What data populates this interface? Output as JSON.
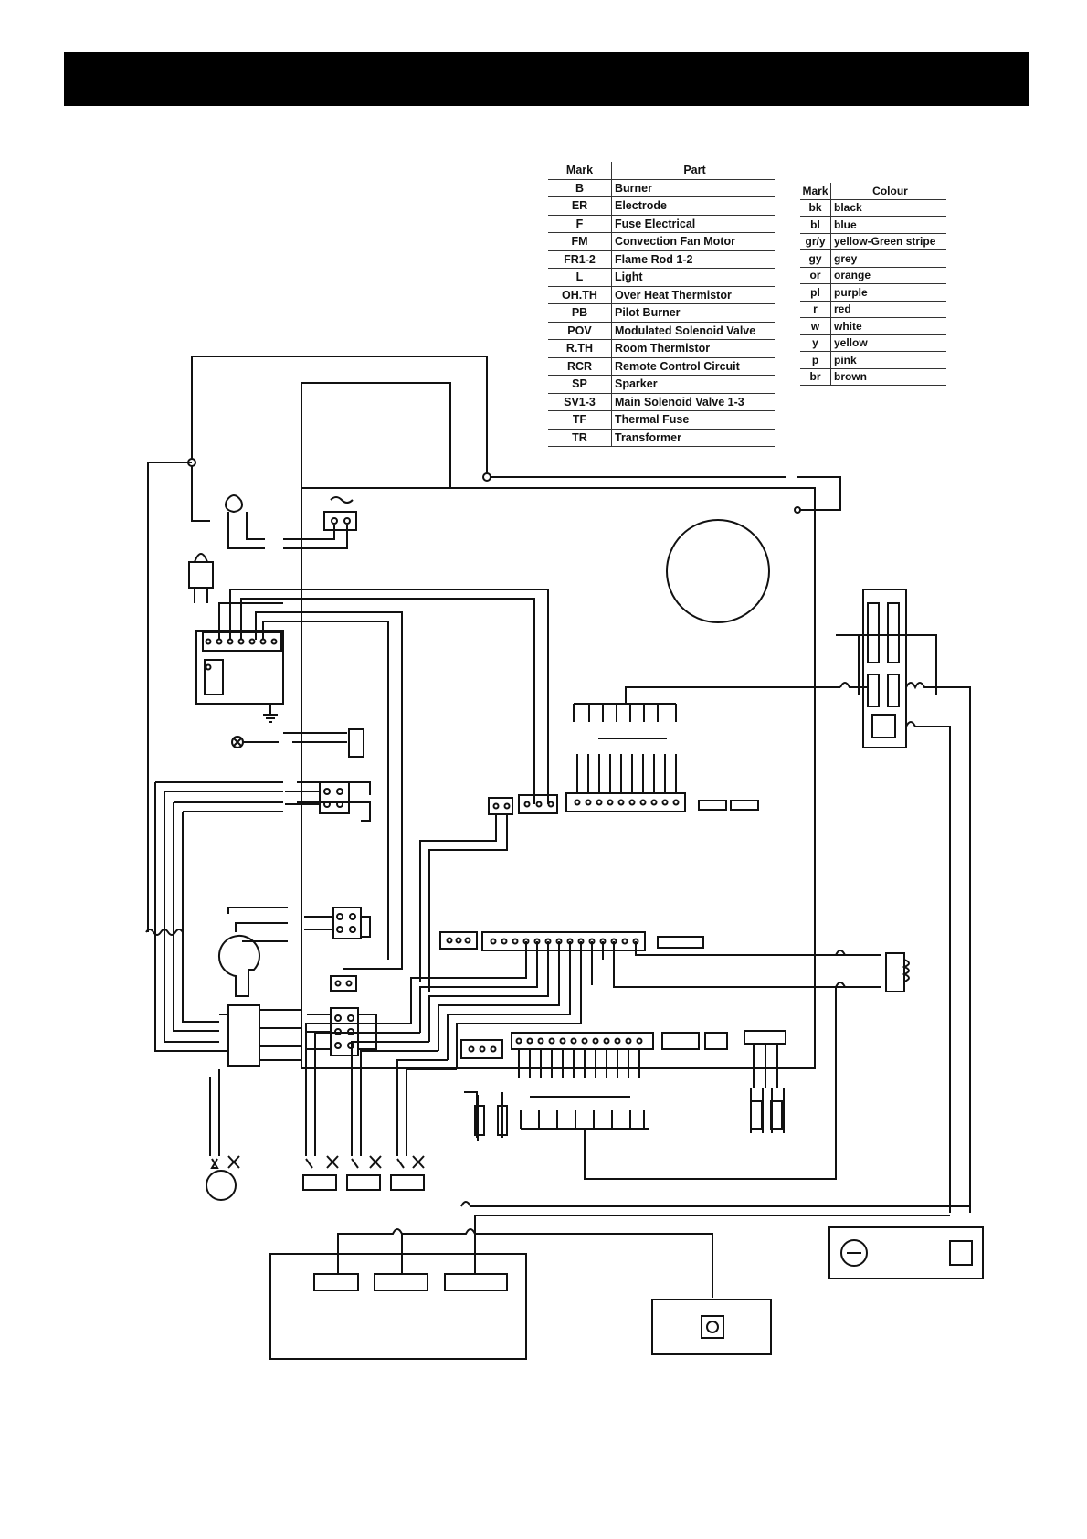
{
  "parts_legend": {
    "headers": [
      "Mark",
      "Part"
    ],
    "rows": [
      {
        "mark": "B",
        "part": "Burner"
      },
      {
        "mark": "ER",
        "part": "Electrode"
      },
      {
        "mark": "F",
        "part": "Fuse Electrical"
      },
      {
        "mark": "FM",
        "part": "Convection Fan Motor"
      },
      {
        "mark": "FR1-2",
        "part": "Flame Rod 1-2"
      },
      {
        "mark": "L",
        "part": "Light"
      },
      {
        "mark": "OH.TH",
        "part": "Over Heat Thermistor"
      },
      {
        "mark": "PB",
        "part": "Pilot Burner"
      },
      {
        "mark": "POV",
        "part": "Modulated Solenoid Valve"
      },
      {
        "mark": "R.TH",
        "part": "Room Thermistor"
      },
      {
        "mark": "RCR",
        "part": "Remote Control Circuit"
      },
      {
        "mark": "SP",
        "part": "Sparker"
      },
      {
        "mark": "SV1-3",
        "part": "Main Solenoid Valve 1-3"
      },
      {
        "mark": "TF",
        "part": "Thermal Fuse"
      },
      {
        "mark": "TR",
        "part": "Transformer"
      }
    ]
  },
  "colour_legend": {
    "headers": [
      "Mark",
      "Colour"
    ],
    "rows": [
      {
        "mark": "bk",
        "colour": "black"
      },
      {
        "mark": "bl",
        "colour": "blue"
      },
      {
        "mark": "gr/y",
        "colour": "yellow-Green stripe"
      },
      {
        "mark": "gy",
        "colour": "grey"
      },
      {
        "mark": "or",
        "colour": "orange"
      },
      {
        "mark": "pl",
        "colour": "purple"
      },
      {
        "mark": "r",
        "colour": "red"
      },
      {
        "mark": "w",
        "colour": "white"
      },
      {
        "mark": "y",
        "colour": "yellow"
      },
      {
        "mark": "p",
        "colour": "pink"
      },
      {
        "mark": "br",
        "colour": "brown"
      }
    ]
  },
  "colors": {
    "line": "#111111",
    "title_bar": "#000000",
    "background": "#ffffff"
  }
}
